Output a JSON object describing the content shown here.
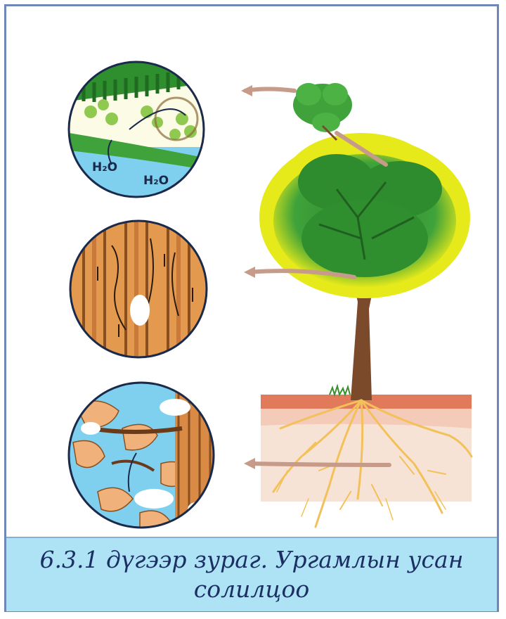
{
  "diagram": {
    "labels": {
      "water_left": "H₂O",
      "water_right": "H₂O"
    },
    "caption": "6.3.1 дүгээр зураг. Ургамлын усан солилцоо"
  },
  "colors": {
    "frame": "#6d88b8",
    "caption_band": "#aee3f5",
    "caption_text": "#1c2f63",
    "foliage_dark": "#2e8b2e",
    "foliage_light": "#e6ea1a",
    "trunk": "#7a4a2a",
    "soil": "#e07a5a",
    "roots": "#f2c15a",
    "water": "#7fd0ee",
    "wood": "#e39a4f",
    "connector": "#c79b8a"
  }
}
